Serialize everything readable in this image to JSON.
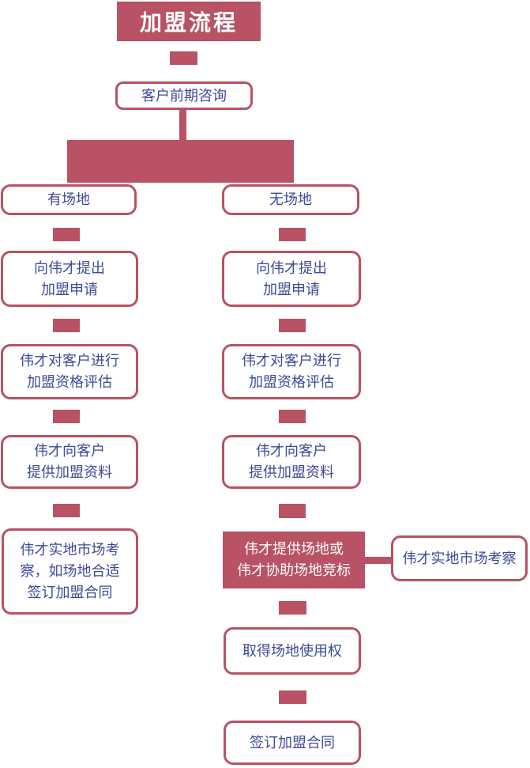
{
  "colors": {
    "accent": "#b85264",
    "node_border": "#b85264",
    "node_text": "#3e4a97",
    "node_background": "#ffffff",
    "filled_node_text": "#ffffff"
  },
  "flow": {
    "title": "加盟流程",
    "start": "客户前期咨询",
    "left": {
      "branch_label": "有场地",
      "steps": [
        "向伟才提出\n加盟申请",
        "伟才对客户进行\n加盟资格评估",
        "伟才向客户\n提供加盟资料",
        "伟才实地市场考\n察，如场地合适\n签订加盟合同"
      ]
    },
    "right": {
      "branch_label": "无场地",
      "steps": [
        "向伟才提出\n加盟申请",
        "伟才对客户进行\n加盟资格评估",
        "伟才向客户\n提供加盟资料",
        "伟才提供场地或\n伟才协助场地竞标",
        "取得场地使用权",
        "签订加盟合同"
      ],
      "side_note": "伟才实地市场考察"
    }
  }
}
